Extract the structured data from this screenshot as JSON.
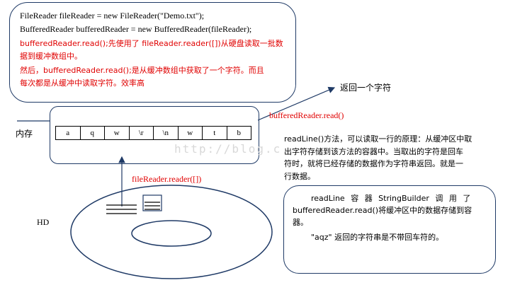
{
  "code_box": {
    "line1": "FileReader fileReader = new FileReader(\"Demo.txt\");",
    "line2": "BufferedReader bufferedReader = new BufferedReader(fileReader);",
    "line3": "bufferedReader.read();先使用了 fileReader.reader([])从硬盘读取一批数",
    "line4": "据到缓冲数组中。",
    "line5": "然后，bufferedReader.read();是从缓冲数组中获取了一个字符。而且",
    "line6": "每次都是从缓冲中读取字符。效率高"
  },
  "labels": {
    "return_char": "返回一个字符",
    "buffered_read": "bufferedReader.read()",
    "memory": "内存",
    "file_reader": "fileReader.reader([])",
    "hd": "HD",
    "watermark": "http://blog.c"
  },
  "buffer_cells": [
    "a",
    "q",
    "w",
    "\\r",
    "\\n",
    "w",
    "t",
    "b"
  ],
  "readline_text": {
    "line1": "readLine()方法，可以读取一行的原理：从缓冲区中取",
    "line2": "出字符存储到该方法的容器中。当取出的字符是回车",
    "line3": "符时，就将已经存储的数据作为字符串返回。就是一",
    "line4": "行数据。"
  },
  "note_box": {
    "line1": "readLine 容 器 StringBuilder 调 用 了",
    "line2": "bufferedReader.read()将缓冲区中的数据存储到容",
    "line3": "器。",
    "line4": "\"aqz\" 返回的字符串是不带回车符的。"
  },
  "colors": {
    "border": "#1f3a66",
    "red": "#e00000"
  }
}
